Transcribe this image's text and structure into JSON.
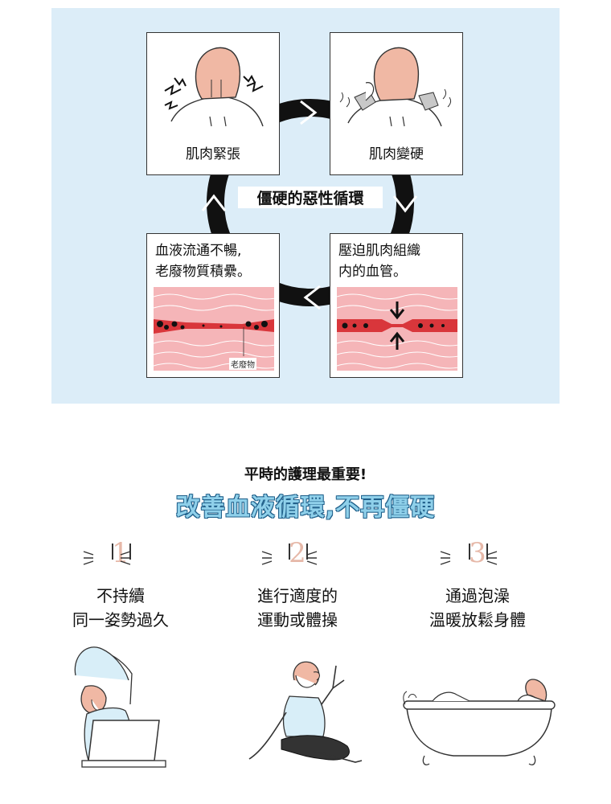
{
  "cycle": {
    "center_label": "僵硬的惡性循環",
    "box_top_left": "肌肉緊張",
    "box_top_right": "肌肉變硬",
    "box_bottom_left_lines": [
      "血液流通不暢,",
      "老廢物質積纍。"
    ],
    "box_bottom_right_lines": [
      "壓迫肌肉組織",
      "内的血管。"
    ],
    "waste_label": "老廢物"
  },
  "subtitle": "平時的護理最重要!",
  "title": "改善血液循環,不再僵硬",
  "tips": [
    {
      "number": "1",
      "line1": "不持續",
      "line2": "同一姿勢過久"
    },
    {
      "number": "2",
      "line1": "進行適度的",
      "line2": "運動或體操"
    },
    {
      "number": "3",
      "line1": "通過泡澡",
      "line2": "溫暖放鬆身體"
    }
  ],
  "colors": {
    "panel_bg": "#dcedf8",
    "title_fill": "#8fd0ea",
    "title_outline": "#1f5f8a",
    "number": "#e6b8a8",
    "hair": "#f0b8a4",
    "tissue": "#f5b5b8",
    "vessel": "#d9363b"
  }
}
